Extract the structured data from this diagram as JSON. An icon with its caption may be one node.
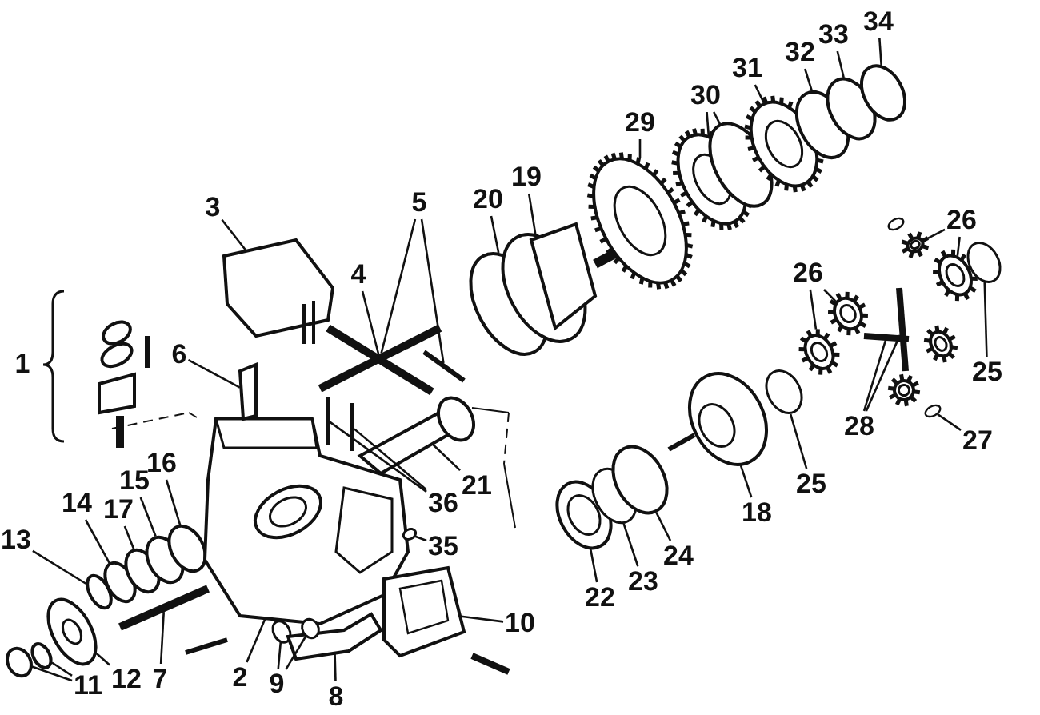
{
  "diagram": {
    "nodes": [
      {
        "text": [
          "2"
        ]
      },
      {
        "text": [
          "3"
        ]
      },
      {
        "text": [
          "4"
        ]
      },
      {
        "text": [
          "5"
        ]
      },
      {
        "text": [
          "6"
        ]
      },
      {
        "text": [
          "7"
        ]
      },
      {
        "text": [
          "8"
        ]
      },
      {
        "text": [
          "9"
        ]
      },
      {
        "text": [
          "10"
        ]
      },
      {
        "text": [
          "11"
        ]
      },
      {
        "text": [
          "12"
        ]
      },
      {
        "text": [
          "13"
        ]
      },
      {
        "text": [
          "14"
        ]
      },
      {
        "text": [
          "15"
        ]
      },
      {
        "text": [
          "16"
        ]
      },
      {
        "text": [
          "17"
        ]
      },
      {
        "text": [
          "18"
        ]
      },
      {
        "text": [
          "19"
        ]
      },
      {
        "text": [
          "20"
        ]
      },
      {
        "text": [
          "21"
        ]
      },
      {
        "text": [
          "22"
        ]
      },
      {
        "text": [
          "23"
        ]
      },
      {
        "text": [
          "24"
        ]
      },
      {
        "text": [
          "25"
        ]
      },
      {
        "text": [
          "25"
        ]
      },
      {
        "text": [
          "26"
        ]
      },
      {
        "text": [
          "26"
        ]
      },
      {
        "text": [
          "27"
        ]
      },
      {
        "text": [
          "28"
        ]
      },
      {
        "text": [
          "29"
        ]
      },
      {
        "text": [
          "30"
        ]
      },
      {
        "text": [
          "31"
        ]
      },
      {
        "text": [
          "32"
        ]
      },
      {
        "text": [
          "33"
        ]
      },
      {
        "text": [
          "34"
        ]
      },
      {
        "text": [
          "35"
        ]
      },
      {
        "text": [
          "36"
        ]
      },
      {
        "text": [],
        "shape": "circle"
      },
      {
        "text": [],
        "shape": "circle"
      },
      {
        "text": [],
        "shape": "picture"
      },
      {
        "text": [],
        "shape": "circle"
      },
      {
        "text": [],
        "shape": "circle"
      },
      {
        "text": [],
        "shape": "picture"
      },
      {
        "text": [],
        "shape": "circle"
      },
      {
        "text": [],
        "shape": "circle"
      },
      {
        "text": [],
        "shape": "circle"
      },
      {
        "text": [],
        "shape": "picture"
      },
      {
        "text": [],
        "shape": "box"
      },
      {
        "text": [],
        "shape": "picture"
      },
      {
        "text": [],
        "shape": "circle"
      },
      {
        "text": [],
        "shape": "picture"
      },
      {
        "text": [],
        "shape": "circle"
      },
      {
        "text": [],
        "shape": "picture"
      },
      {
        "text": [],
        "shape": "picture"
      },
      {
        "text": [],
        "shape": "picture"
      },
      {
        "text": [],
        "shape": "picture"
      },
      {
        "text": [],
        "shape": "circle"
      },
      {
        "text": [],
        "shape": "picture"
      },
      {
        "text": [],
        "shape": "picture"
      },
      {
        "text": [],
        "shape": "picture"
      },
      {
        "text": [],
        "shape": "circle"
      },
      {
        "text": [],
        "shape": "cylinder"
      },
      {
        "text": [],
        "shape": "picture"
      },
      {
        "text": [],
        "shape": "circle"
      },
      {
        "text": [],
        "shape": "picture"
      },
      {
        "text": [],
        "shape": "circle"
      },
      {
        "text": [],
        "shape": "picture"
      },
      {
        "text": [],
        "shape": "picture"
      },
      {
        "text": [],
        "shape": "circle"
      },
      {
        "text": [],
        "shape": "circle"
      },
      {
        "text": [],
        "shape": "picture"
      },
      {
        "text": [],
        "shape": "picture"
      },
      {
        "text": [],
        "shape": "circle"
      },
      {
        "text": [],
        "shape": "picture"
      },
      {
        "text": [],
        "shape": "circle"
      },
      {
        "text": [],
        "shape": "picture"
      },
      {
        "text": [],
        "shape": "circle"
      },
      {
        "text": [],
        "shape": "picture"
      },
      {
        "text": [],
        "shape": "picture"
      },
      {
        "text": [],
        "shape": "circle"
      },
      {
        "text": [],
        "shape": "picture"
      },
      {
        "text": [],
        "shape": "circle"
      }
    ],
    "edges": [
      {
        "from": 0,
        "to": 46,
        "arrow": "none"
      },
      {
        "from": 1,
        "to": 48,
        "arrow": "none"
      },
      {
        "from": 2,
        "to": 53,
        "arrow": "none"
      },
      {
        "from": 3,
        "to": 54,
        "arrow": "none"
      },
      {
        "from": 3,
        "to": 58,
        "arrow": "none"
      },
      {
        "from": 4,
        "to": 47,
        "arrow": "none"
      },
      {
        "from": 5,
        "to": 42,
        "arrow": "none"
      },
      {
        "from": 6,
        "to": 50,
        "arrow": "none"
      },
      {
        "from": 7,
        "to": 49,
        "arrow": "none"
      },
      {
        "from": 7,
        "to": 51,
        "arrow": "none"
      },
      {
        "from": 8,
        "to": 57,
        "arrow": "none"
      },
      {
        "from": 9,
        "to": 37,
        "arrow": "none"
      },
      {
        "from": 9,
        "to": 38,
        "arrow": "none"
      },
      {
        "from": 10,
        "to": 39,
        "arrow": "none"
      },
      {
        "from": 11,
        "to": 40,
        "arrow": "none"
      },
      {
        "from": 12,
        "to": 41,
        "arrow": "none"
      },
      {
        "from": 13,
        "to": 44,
        "arrow": "none"
      },
      {
        "from": 14,
        "to": 45,
        "arrow": "none"
      },
      {
        "from": 15,
        "to": 43,
        "arrow": "none"
      },
      {
        "from": 16,
        "to": 67,
        "arrow": "none"
      },
      {
        "from": 17,
        "to": 61,
        "arrow": "none"
      },
      {
        "from": 18,
        "to": 60,
        "arrow": "none"
      },
      {
        "from": 19,
        "to": 59,
        "arrow": "none"
      },
      {
        "from": 20,
        "to": 62,
        "arrow": "none"
      },
      {
        "from": 21,
        "to": 63,
        "arrow": "none"
      },
      {
        "from": 22,
        "to": 65,
        "arrow": "none"
      },
      {
        "from": 23,
        "to": 69,
        "arrow": "none"
      },
      {
        "from": 24,
        "to": 81,
        "arrow": "none"
      },
      {
        "from": 25,
        "to": 73,
        "arrow": "none"
      },
      {
        "from": 25,
        "to": 71,
        "arrow": "none"
      },
      {
        "from": 26,
        "to": 78,
        "arrow": "none"
      },
      {
        "from": 26,
        "to": 80,
        "arrow": "none"
      },
      {
        "from": 27,
        "to": 79,
        "arrow": "none"
      },
      {
        "from": 28,
        "to": 75,
        "arrow": "none"
      },
      {
        "from": 28,
        "to": 77,
        "arrow": "none"
      },
      {
        "from": 29,
        "to": 64,
        "arrow": "none"
      },
      {
        "from": 30,
        "to": 66,
        "arrow": "none"
      },
      {
        "from": 30,
        "to": 68,
        "arrow": "none"
      },
      {
        "from": 31,
        "to": 70,
        "arrow": "none"
      },
      {
        "from": 32,
        "to": 72,
        "arrow": "none"
      },
      {
        "from": 33,
        "to": 74,
        "arrow": "none"
      },
      {
        "from": 34,
        "to": 76,
        "arrow": "none"
      },
      {
        "from": 35,
        "to": 56,
        "arrow": "none"
      },
      {
        "from": 36,
        "to": 52,
        "arrow": "none"
      },
      {
        "from": 36,
        "to": 55,
        "arrow": "none"
      }
    ],
    "labels": [
      "1"
    ]
  }
}
